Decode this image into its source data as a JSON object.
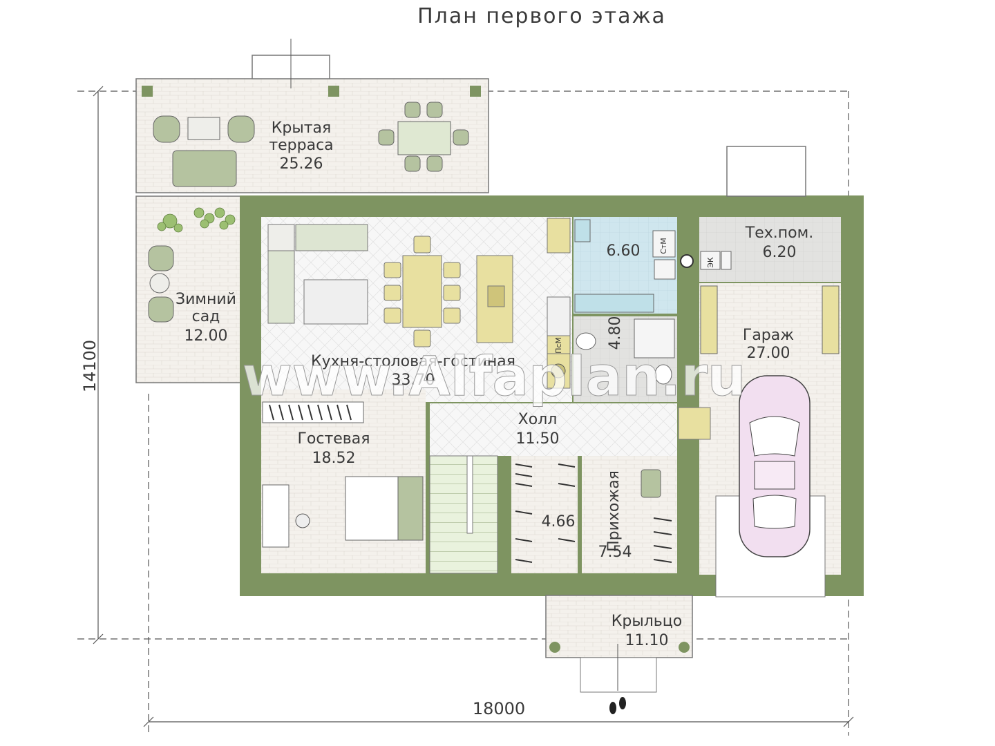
{
  "title": "План первого этажа",
  "watermark": "www.Alfaplan.ru",
  "dimensions": {
    "width": "18000",
    "height": "14100"
  },
  "rooms": {
    "terrace": {
      "name_line1": "Крытая",
      "name_line2": "терраса",
      "area": "25.26"
    },
    "garden": {
      "name_line1": "Зимний",
      "name_line2": "сад",
      "area": "12.00"
    },
    "kitchen": {
      "name": "Кухня-столовая-гостиная",
      "area": "33.70"
    },
    "bath": {
      "area": "6.60"
    },
    "wc": {
      "area": "4.80"
    },
    "tech": {
      "name": "Тех.пом.",
      "area": "6.20"
    },
    "garage": {
      "name": "Гараж",
      "area": "27.00"
    },
    "hall": {
      "name": "Холл",
      "area": "11.50"
    },
    "guest": {
      "name": "Гостевая",
      "area": "18.52"
    },
    "closet": {
      "area": "4.66"
    },
    "entry": {
      "name": "Прихожая",
      "area": "7.54"
    },
    "porch": {
      "name": "Крыльцо",
      "area": "11.10"
    }
  },
  "appliance_labels": {
    "washer": "СтМ",
    "dishwasher": "ПсМ",
    "boiler": "ЭК"
  },
  "colors": {
    "wall": "#7e9461",
    "floor": "#f4f1ec",
    "tile_blue": "#cfe6ee",
    "tile_grey": "#e2e2e0",
    "car": "#f2dff0",
    "table": "#e8e0a0",
    "sofa": "#b5c3a0"
  }
}
